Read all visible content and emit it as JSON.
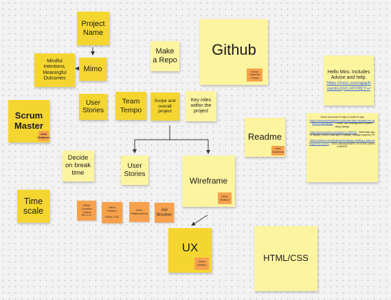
{
  "board": {
    "notes": [
      {
        "id": "project_name",
        "text": "Project\nName"
      },
      {
        "id": "mindful",
        "text": "Mindful\nIntentions,\nMeaningful\nOutcomes"
      },
      {
        "id": "mimo",
        "text": "Mimo"
      },
      {
        "id": "make_repo",
        "text": "Make\na Repo"
      },
      {
        "id": "github",
        "text": "Github",
        "tag": "Vishal\nChandra\nChepa"
      },
      {
        "id": "user_stories_1",
        "text": "User\nStories"
      },
      {
        "id": "team_tempo",
        "text": "Team\nTempo"
      },
      {
        "id": "scope",
        "text": "Scope and\noverall\nproject"
      },
      {
        "id": "key_roles",
        "text": "Key roles\nwithin the\nproject"
      },
      {
        "id": "scrum_master",
        "text": "Scrum\nMaster",
        "tag": "Juan\nChalmers"
      },
      {
        "id": "readme",
        "text": "Readme",
        "tag": "Juan\nChalmers"
      },
      {
        "id": "decide_break",
        "text": "Decide\non break\ntime"
      },
      {
        "id": "user_stories_2",
        "text": "User\nStories"
      },
      {
        "id": "wireframe",
        "text": "Wireframe",
        "tag": "Harry\nOlotkon"
      },
      {
        "id": "time_scale",
        "text": "Time\nscale"
      },
      {
        "id": "ux",
        "text": "UX",
        "tag": "Harry\nOlotkon"
      },
      {
        "id": "html_css",
        "text": "HTML/CSS"
      }
    ],
    "help_note": {
      "text": "Hello Miro. Includes Advise and help.",
      "link": "https://miro.com/app/board/uXjVLXFFREY=/"
    },
    "resources_note": {
      "intro": "Some resources to help us build an app",
      "link1": "https://www.geeksforgeeks.org/create-task-management-system-using-django/",
      "after1": "- Create Task Management System using Django",
      "link2": "https://www.youtube.com/watch?v=8WHS9",
      "after2": "- Build task app in Django | build a task app in Django | Django projects | Hi",
      "link3": "https://medium.com/@mlhussain/django-building-a-task-management-system",
      "after3": "- TASK MANAGEMENT SYSTEM USING DJANGO"
    },
    "people": [
      {
        "id": "vishal",
        "text": "Vishal\nChandra\nChepa\n#5-3–21"
      },
      {
        "id": "harry",
        "text": "Harry\nOlotkon\n\nHTML CSS"
      },
      {
        "id": "alina",
        "text": "Alina\nShakhandrina"
      },
      {
        "id": "joe",
        "text": "Joe\nBrookes"
      }
    ]
  }
}
